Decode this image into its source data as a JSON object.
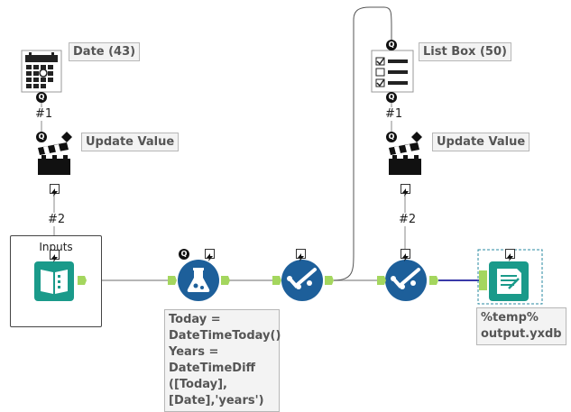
{
  "nodes": {
    "date": {
      "label": "Date (43)"
    },
    "update_value_left": {
      "label": "Update Value"
    },
    "list_box": {
      "label": "List Box (50)"
    },
    "update_value_right": {
      "label": "Update Value"
    },
    "inputs_container": {
      "title": "Inputs"
    },
    "formula": {
      "annotation": [
        "Today =",
        "DateTimeToday()",
        "Years =",
        "DateTimeDiff",
        "([Today],",
        "[Date],'years')"
      ]
    },
    "output": {
      "annotation": [
        "%temp%",
        "output.yxdb"
      ]
    }
  },
  "connections": {
    "left_1": "#1",
    "left_2": "#2",
    "right_1": "#1",
    "right_2": "#2"
  },
  "badges": {
    "question": "Q"
  },
  "colors": {
    "tool_teal": "#1a9a8a",
    "tool_blue": "#1d5f9a",
    "anchor_green": "#a4d65e",
    "wire_gray": "#8a8a8a",
    "wire_blue": "#3a3aa8",
    "selection_dashed": "#2a8aa0"
  }
}
